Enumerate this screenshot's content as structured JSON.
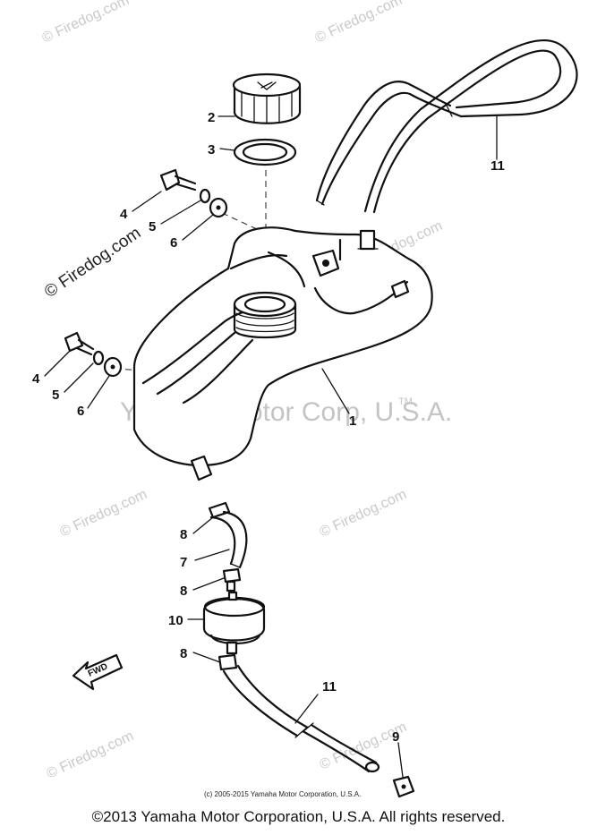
{
  "callouts": {
    "c1": "1",
    "c2": "2",
    "c3": "3",
    "c4a": "4",
    "c5a": "5",
    "c6a": "6",
    "c4b": "4",
    "c5b": "5",
    "c6b": "6",
    "c7": "7",
    "c8a": "8",
    "c8b": "8",
    "c8c": "8",
    "c9": "9",
    "c10": "10",
    "c11a": "11",
    "c11b": "11"
  },
  "fwd_label": "FWD",
  "watermarks": {
    "site": "© Firedog.com",
    "center": "Yamaha Motor Corp, U.S.A.",
    "tm": "TM"
  },
  "small_copyright": "(c) 2005-2015 Yamaha Motor Corporation, U.S.A.",
  "footer": "©2013 Yamaha Motor Corporation, U.S.A. All rights reserved."
}
